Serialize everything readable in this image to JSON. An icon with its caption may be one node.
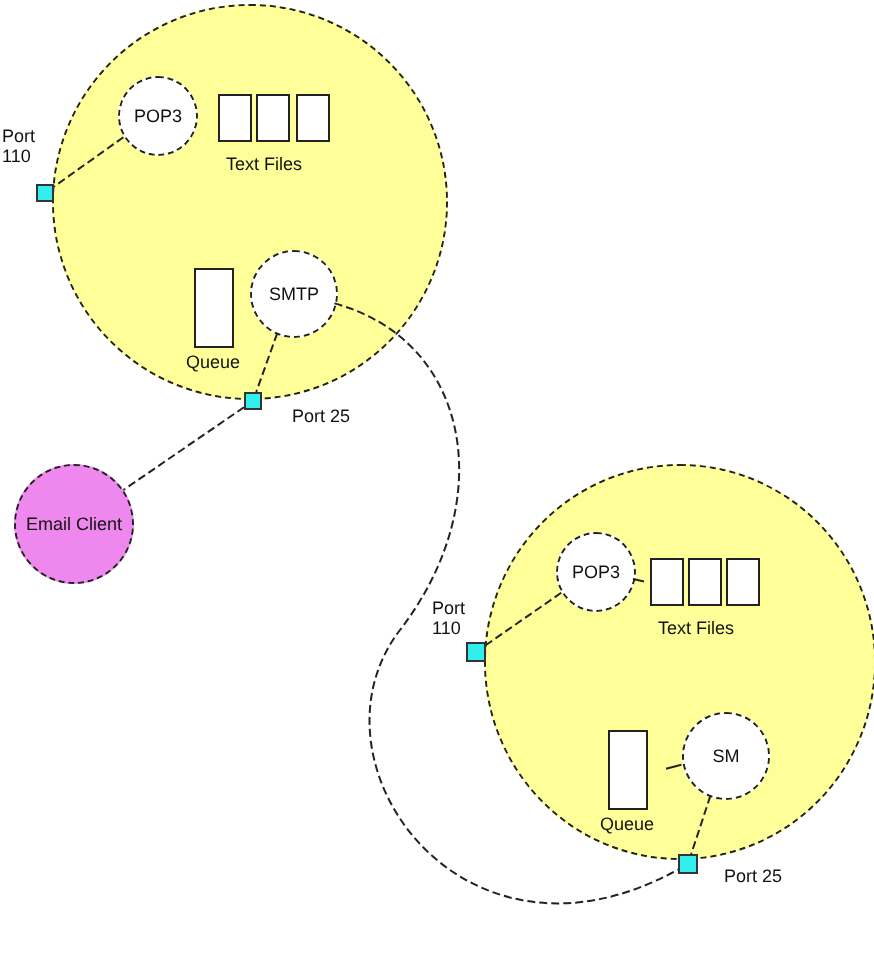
{
  "diagram": {
    "nodes": [
      {
        "text": [],
        "shape": "circle"
      },
      {
        "text": [
          "POP3"
        ],
        "in": 0
      },
      {
        "text": [
          "Text Files"
        ],
        "in": 0
      },
      {
        "text": [
          "Queue"
        ],
        "in": 0
      },
      {
        "text": [
          "SMTP"
        ],
        "in": 0
      },
      {
        "text": [],
        "shape": "box",
        "beside": [
          "Port 110"
        ]
      },
      {
        "text": [],
        "shape": "box",
        "beside": [
          "Port 25"
        ]
      },
      {
        "text": [
          "Email Client"
        ]
      },
      {
        "text": [],
        "shape": "circle"
      },
      {
        "text": [
          "POP3"
        ],
        "in": 8
      },
      {
        "text": [
          "Text Files"
        ],
        "in": 8
      },
      {
        "text": [
          "Queue"
        ],
        "in": 8
      },
      {
        "text": [
          "SM"
        ],
        "in": 8
      },
      {
        "text": [],
        "shape": "box",
        "beside": [
          "Port 110"
        ]
      },
      {
        "text": [],
        "shape": "box",
        "beside": [
          "Port 25"
        ]
      }
    ],
    "edges": [
      {
        "from": 1,
        "to": 5,
        "arrow": "none",
        "style": "dashed"
      },
      {
        "from": 4,
        "to": 6,
        "arrow": "none",
        "style": "dashed"
      },
      {
        "from": 6,
        "to": 7,
        "arrow": "none",
        "style": "dashed"
      },
      {
        "from": 4,
        "to": 14,
        "arrow": "none",
        "style": "dashed"
      },
      {
        "from": 9,
        "to": 13,
        "arrow": "none",
        "style": "dashed"
      },
      {
        "from": 9,
        "to": 10,
        "arrow": "none"
      },
      {
        "from": 12,
        "to": 11,
        "arrow": "none"
      },
      {
        "from": 12,
        "to": 14,
        "arrow": "none",
        "style": "dashed"
      }
    ]
  }
}
